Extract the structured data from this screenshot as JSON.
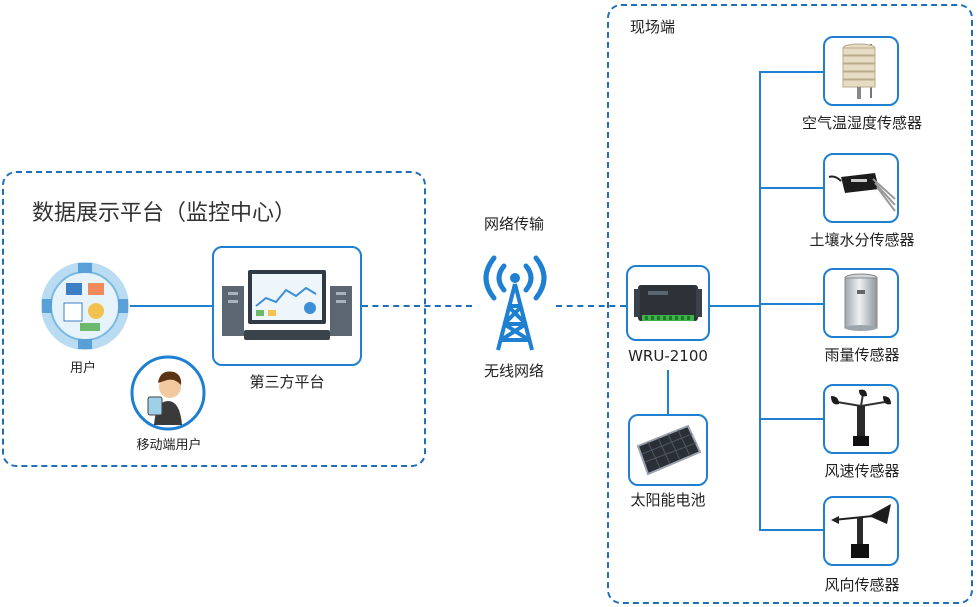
{
  "platform": {
    "title": "数据展示平台（监控中心）",
    "user_label": "用户",
    "mobile_user_label": "移动端用户",
    "server_label": "第三方平台"
  },
  "network": {
    "top_label": "网络传输",
    "bottom_label": "无线网络"
  },
  "field": {
    "title": "现场端",
    "device_label": "WRU-2100",
    "solar_label": "太阳能电池",
    "sensors": [
      {
        "label": "空气温湿度传感器",
        "icon": "air-temp-humidity-sensor-icon"
      },
      {
        "label": "土壤水分传感器",
        "icon": "soil-moisture-sensor-icon"
      },
      {
        "label": "雨量传感器",
        "icon": "rain-gauge-sensor-icon"
      },
      {
        "label": "风速传感器",
        "icon": "wind-speed-sensor-icon"
      },
      {
        "label": "风向传感器",
        "icon": "wind-direction-sensor-icon"
      }
    ]
  },
  "colors": {
    "accent": "#1f7fd0",
    "dashed": "#1f6fb8"
  }
}
